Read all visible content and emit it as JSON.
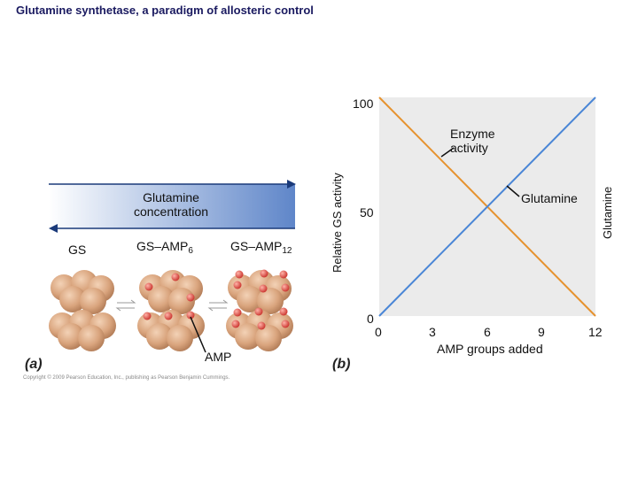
{
  "title": "Glutamine synthetase, a paradigm of allosteric control",
  "panel_a": {
    "letter": "(a)",
    "concentration_label": "Glutamine concentration",
    "forms": [
      {
        "base": "GS",
        "sub": ""
      },
      {
        "base": "GS–AMP",
        "sub": "6"
      },
      {
        "base": "GS–AMP",
        "sub": "12"
      }
    ],
    "amp_label": "AMP",
    "copyright": "Copyright © 2009 Pearson Education, Inc., publishing as Pearson Benjamin Cummings.",
    "colors": {
      "subunit": "#d9a47d",
      "amp": "#e0473a",
      "arrow": "#4a78c8"
    }
  },
  "panel_b": {
    "letter": "(b)",
    "enzyme_label": "Enzyme activity",
    "glutamine_label": "Glutamine"
  },
  "chart_data": {
    "type": "line",
    "xlabel": "AMP groups added",
    "ylabel": "Relative GS activity",
    "ylabel_right": "Glutamine",
    "x_ticks": [
      "0",
      "3",
      "6",
      "9",
      "12"
    ],
    "y_ticks": [
      "0",
      "50",
      "100"
    ],
    "xlim": [
      0,
      12
    ],
    "ylim": [
      0,
      100
    ],
    "grid": false,
    "series": [
      {
        "name": "Enzyme activity",
        "color": "#e6922e",
        "x": [
          0,
          12
        ],
        "y": [
          100,
          0
        ]
      },
      {
        "name": "Glutamine",
        "color": "#4a86d6",
        "x": [
          0,
          12
        ],
        "y": [
          0,
          100
        ]
      }
    ]
  }
}
